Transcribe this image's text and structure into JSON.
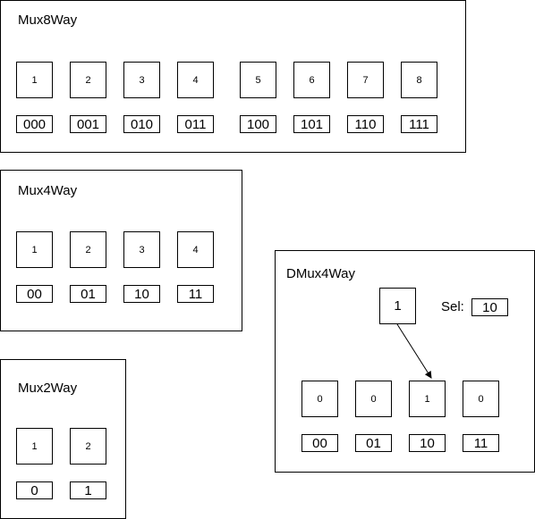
{
  "mux8": {
    "title": "Mux8Way",
    "inputs": [
      "1",
      "2",
      "3",
      "4",
      "5",
      "6",
      "7",
      "8"
    ],
    "selects": [
      "000",
      "001",
      "010",
      "011",
      "100",
      "101",
      "110",
      "111"
    ]
  },
  "mux4": {
    "title": "Mux4Way",
    "inputs": [
      "1",
      "2",
      "3",
      "4"
    ],
    "selects": [
      "00",
      "01",
      "10",
      "11"
    ]
  },
  "mux2": {
    "title": "Mux2Way",
    "inputs": [
      "1",
      "2"
    ],
    "selects": [
      "0",
      "1"
    ]
  },
  "dmux4": {
    "title": "DMux4Way",
    "input": "1",
    "sel_label": "Sel:",
    "sel_value": "10",
    "outputs": [
      "0",
      "0",
      "1",
      "0"
    ],
    "selects": [
      "00",
      "01",
      "10",
      "11"
    ]
  }
}
